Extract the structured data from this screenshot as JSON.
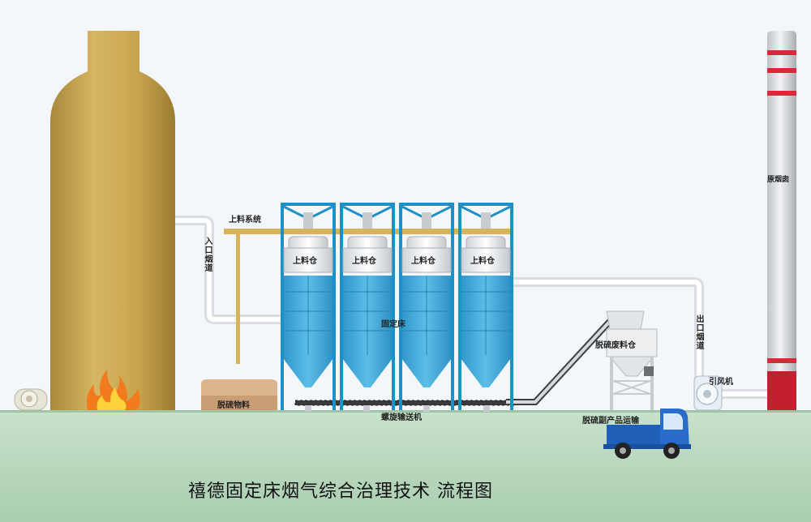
{
  "title": "禧德固定床烟气综合治理技术 流程图",
  "labels": {
    "feed_system": "上料系统",
    "inlet_flue": "入口烟道",
    "bins": [
      "上料仓",
      "上料仓",
      "上料仓",
      "上料仓"
    ],
    "fixed_bed": "固定床",
    "desulfur_material": "脱硫物料",
    "screw_conveyor": "螺旋输送机",
    "waste_bin": "脱硫废料仓",
    "outlet_flue": "出口烟道",
    "induced_fan": "引风机",
    "chimney": "原烟囱",
    "byproduct_truck": "脱硫副产品运输"
  },
  "colors": {
    "tower": "#c9a44e",
    "bed": "#3aa8dc",
    "frame": "#1e90c8",
    "ground": "#bcd9c0",
    "chimney_stripe": "#d8283a"
  }
}
